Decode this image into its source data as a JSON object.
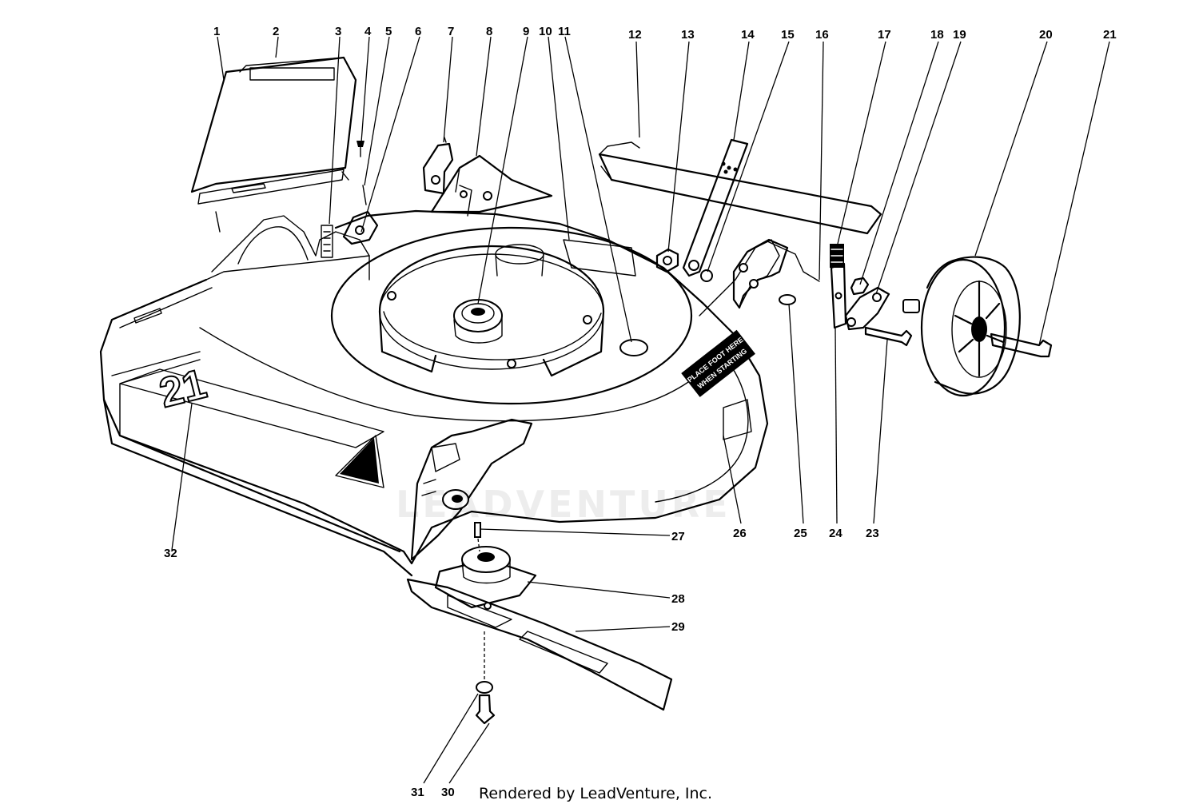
{
  "diagram": {
    "deck_number": "21",
    "decal_text": [
      "PLACE FOOT HERE",
      "WHEN STARTING"
    ],
    "callouts": [
      {
        "n": "1"
      },
      {
        "n": "2"
      },
      {
        "n": "3"
      },
      {
        "n": "4"
      },
      {
        "n": "5"
      },
      {
        "n": "6"
      },
      {
        "n": "7"
      },
      {
        "n": "8"
      },
      {
        "n": "9"
      },
      {
        "n": "10"
      },
      {
        "n": "11"
      },
      {
        "n": "12"
      },
      {
        "n": "13"
      },
      {
        "n": "14"
      },
      {
        "n": "15"
      },
      {
        "n": "16"
      },
      {
        "n": "17"
      },
      {
        "n": "18"
      },
      {
        "n": "19"
      },
      {
        "n": "20"
      },
      {
        "n": "21"
      },
      {
        "n": "23"
      },
      {
        "n": "24"
      },
      {
        "n": "25"
      },
      {
        "n": "26"
      },
      {
        "n": "27"
      },
      {
        "n": "28"
      },
      {
        "n": "29"
      },
      {
        "n": "30"
      },
      {
        "n": "31"
      },
      {
        "n": "32"
      }
    ]
  },
  "watermark": "LEADVENTURE",
  "credit": "Rendered by LeadVenture, Inc."
}
